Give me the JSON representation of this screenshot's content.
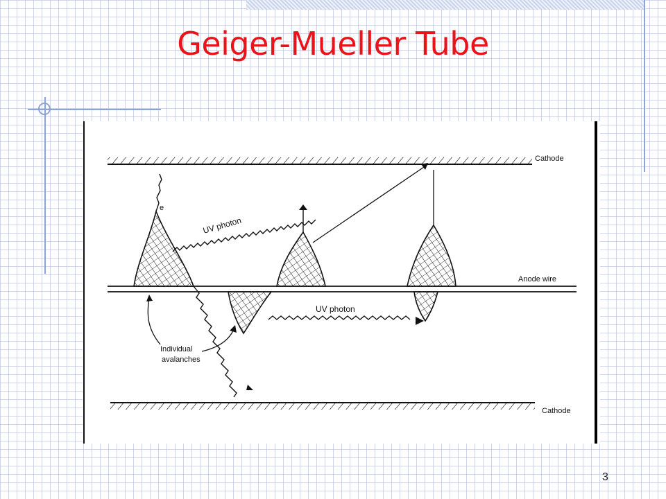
{
  "slide": {
    "title": "Geiger-Mueller Tube",
    "page_number": "3"
  },
  "diagram": {
    "labels": {
      "cathode_top": "Cathode",
      "cathode_bottom": "Cathode",
      "anode": "Anode wire",
      "uv_photon_1": "UV photon",
      "uv_photon_2": "UV photon",
      "electron": "e",
      "avalanches_line1": "Individual",
      "avalanches_line2": "avalanches"
    }
  },
  "colors": {
    "title": "#e8141a",
    "grid": "#aab4d7",
    "decor": "#8ea2d6"
  }
}
